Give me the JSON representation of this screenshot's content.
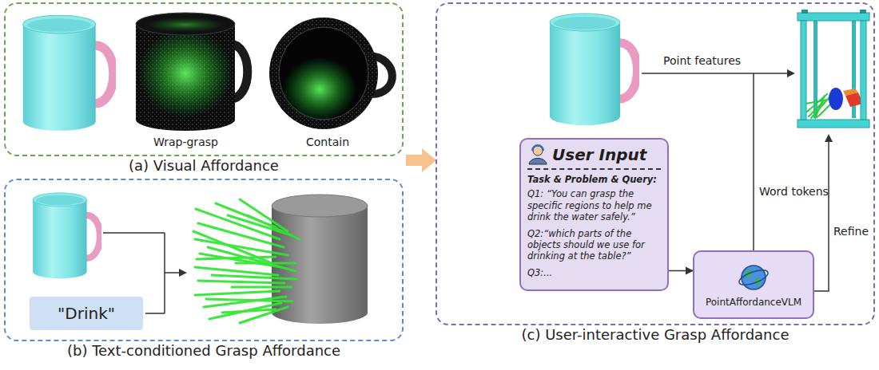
{
  "diagram": {
    "nodes": [
      {
        "text": [
          "(a) Visual Affordance"
        ]
      },
      {
        "text": [
          "(b) Text-conditioned Grasp Affordance"
        ]
      },
      {
        "text": [
          "\"Drink\""
        ],
        "in": 1
      },
      {
        "text": [
          "(c) User-interactive Grasp Affordance"
        ]
      },
      {
        "text": [
          "User Input",
          "Task & Problem & Query:",
          "Q1: “You can grasp the specific regions to help me drink the water safely.”",
          "Q2:“which parts of the objects should we use for drinking at the table?”",
          "Q3:..."
        ],
        "in": 3
      },
      {
        "text": [
          "PointAffordanceVLM"
        ],
        "in": 3
      }
    ],
    "edges": [
      {
        "from": 4,
        "to": 5,
        "arrow": "to"
      }
    ],
    "labels": [
      "Wrap-grasp",
      "Contain",
      "Point features",
      "Word tokens",
      "Refine"
    ]
  }
}
